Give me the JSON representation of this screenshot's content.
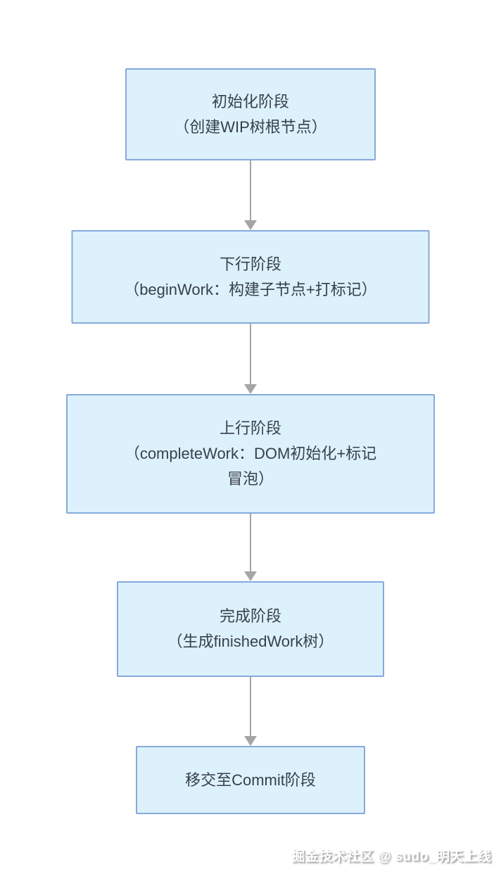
{
  "diagram": {
    "type": "flowchart",
    "direction": "top-down",
    "nodes": [
      {
        "id": "init",
        "lines": [
          "初始化阶段",
          "（创建WIP树根节点）"
        ]
      },
      {
        "id": "begin-work",
        "lines": [
          "下行阶段",
          "（beginWork：构建子节点+打标记）"
        ]
      },
      {
        "id": "complete-work",
        "lines": [
          "上行阶段",
          "（completeWork：DOM初始化+标记",
          "冒泡）"
        ]
      },
      {
        "id": "finish",
        "lines": [
          "完成阶段",
          "（生成finishedWork树）"
        ]
      },
      {
        "id": "commit",
        "lines": [
          "移交至Commit阶段"
        ]
      }
    ],
    "connections": [
      {
        "from": "init",
        "to": "begin-work"
      },
      {
        "from": "begin-work",
        "to": "complete-work"
      },
      {
        "from": "complete-work",
        "to": "finish"
      },
      {
        "from": "finish",
        "to": "commit"
      }
    ]
  },
  "watermark": {
    "text": "掘金技术社区 @ sudo_明天上线"
  },
  "colors": {
    "background": "#ffffff",
    "node-fill": "#ddf1fc",
    "node-border": "#85aadc",
    "node-text": "#374149",
    "arrow": "#a5a5a5"
  }
}
